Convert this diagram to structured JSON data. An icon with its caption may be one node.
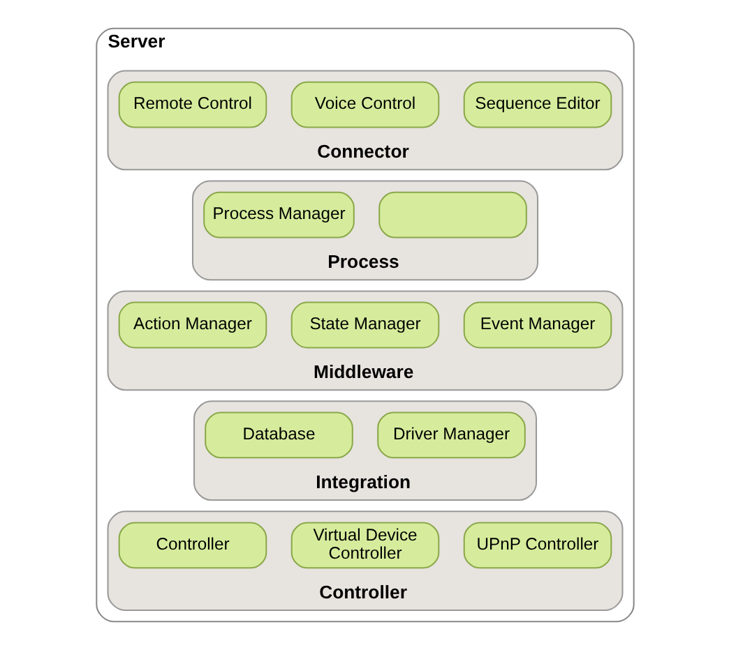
{
  "diagram": {
    "nodes": [
      {
        "text": [
          "Server"
        ]
      },
      {
        "text": [
          "Connector"
        ],
        "in": 0
      },
      {
        "text": [
          "Sequence Editor"
        ],
        "in": 1
      },
      {
        "text": [
          "Voice Control"
        ],
        "in": 1
      },
      {
        "text": [
          "Remote Control"
        ],
        "in": 1
      },
      {
        "text": [
          "Process"
        ],
        "in": 0
      },
      {
        "text": [],
        "shape": "box",
        "in": 5
      },
      {
        "text": [
          "Process Manager"
        ],
        "in": 5
      },
      {
        "text": [
          "Middleware"
        ],
        "in": 0
      },
      {
        "text": [
          "Event Manager"
        ],
        "in": 8
      },
      {
        "text": [
          "State Manager"
        ],
        "in": 8
      },
      {
        "text": [
          "Action Manager"
        ],
        "in": 8
      },
      {
        "text": [
          "Integration"
        ],
        "in": 0
      },
      {
        "text": [
          "Driver Manager"
        ],
        "in": 12
      },
      {
        "text": [
          "Database"
        ],
        "in": 12
      },
      {
        "text": [
          "Controller"
        ],
        "in": 0
      },
      {
        "text": [
          "UPnP Controller"
        ],
        "in": 15
      },
      {
        "text": [
          "Virtual Device Controller"
        ],
        "in": 15
      },
      {
        "text": [
          "Controller"
        ],
        "in": 15
      }
    ],
    "edges": []
  }
}
